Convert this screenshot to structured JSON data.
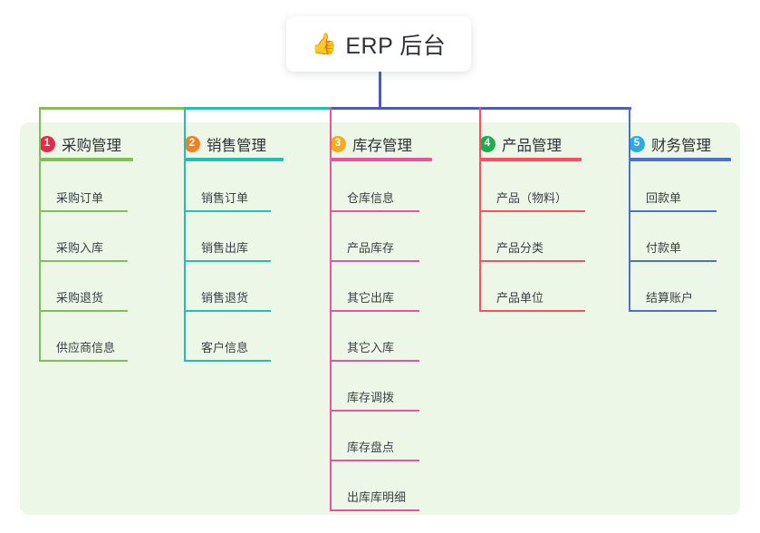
{
  "title": {
    "icon": "thumbs-up-icon",
    "icon_glyph": "👍",
    "text": "ERP 后台"
  },
  "theme": {
    "page_background": "#ffffff",
    "panel_background": "#edf7e7",
    "text_color": "#2f3236",
    "root_line": "#4b5bbf"
  },
  "columns": [
    {
      "number": "1",
      "title": "采购管理",
      "color": "#82c057",
      "badge_color": "#e8294a",
      "items": [
        "采购订单",
        "采购入库",
        "采购退货",
        "供应商信息"
      ]
    },
    {
      "number": "2",
      "title": "销售管理",
      "color": "#1fc2b0",
      "badge_color": "#f08023",
      "items": [
        "销售订单",
        "销售出库",
        "销售退货",
        "客户信息"
      ]
    },
    {
      "number": "3",
      "title": "库存管理",
      "color": "#e8559a",
      "badge_color": "#f5ab1d",
      "items": [
        "仓库信息",
        "产品库存",
        "其它出库",
        "其它入库",
        "库存调拨",
        "库存盘点",
        "出库库明细"
      ]
    },
    {
      "number": "4",
      "title": "产品管理",
      "color": "#fb4e5e",
      "badge_color": "#1bad4e",
      "items": [
        "产品（物料）",
        "产品分类",
        "产品单位"
      ]
    },
    {
      "number": "5",
      "title": "财务管理",
      "color": "#4d6fd0",
      "badge_color": "#2eaae0",
      "items": [
        "回款单",
        "付款单",
        "结算账户"
      ]
    }
  ]
}
